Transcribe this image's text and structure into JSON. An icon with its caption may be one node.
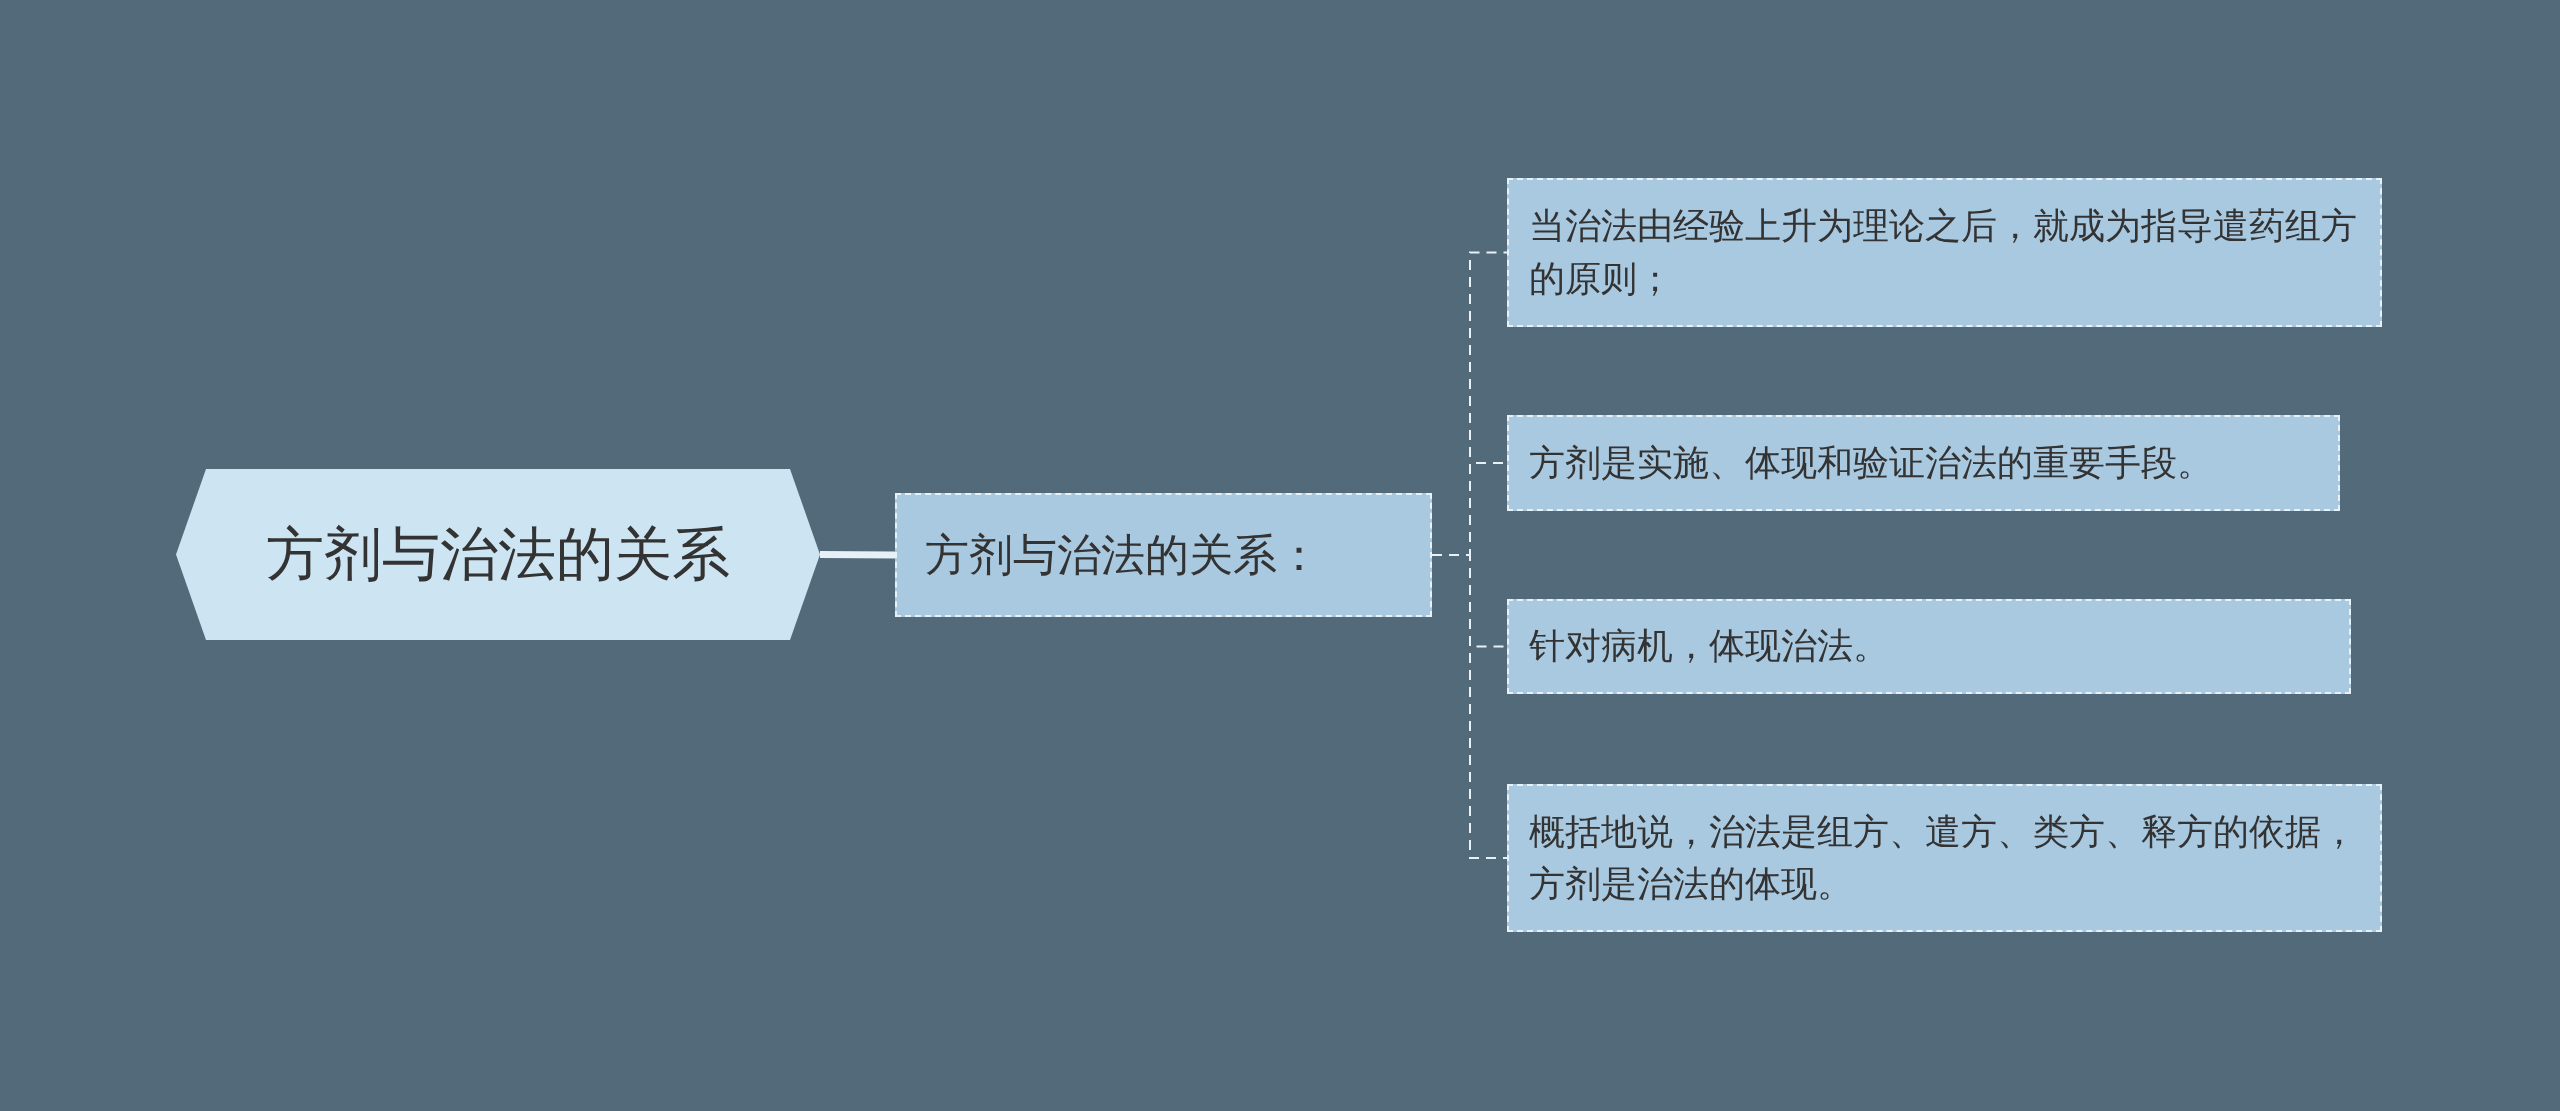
{
  "diagram": {
    "nodes": [
      {
        "text": [
          "方剂与治法的关系"
        ]
      },
      {
        "text": [
          "方剂与治法的关系："
        ]
      },
      {
        "text": [
          "当治法由经验上升为理论之后，就成为指导遣药组方的原则；"
        ]
      },
      {
        "text": [
          "方剂是实施、体现和验证治法的重要手段。"
        ]
      },
      {
        "text": [
          "针对病机，体现治法。"
        ]
      },
      {
        "text": [
          "概括地说，治法是组方、遣方、类方、释方的依据，方剂是治法的体现。"
        ]
      }
    ],
    "edges": [
      {
        "from": 0,
        "to": 1,
        "arrow": "none",
        "style": "thick"
      },
      {
        "from": 1,
        "to": 2,
        "arrow": "none",
        "style": "dashed"
      },
      {
        "from": 1,
        "to": 3,
        "arrow": "none",
        "style": "dashed"
      },
      {
        "from": 1,
        "to": 4,
        "arrow": "none",
        "style": "dashed"
      },
      {
        "from": 1,
        "to": 5,
        "arrow": "none",
        "style": "dashed"
      }
    ]
  }
}
